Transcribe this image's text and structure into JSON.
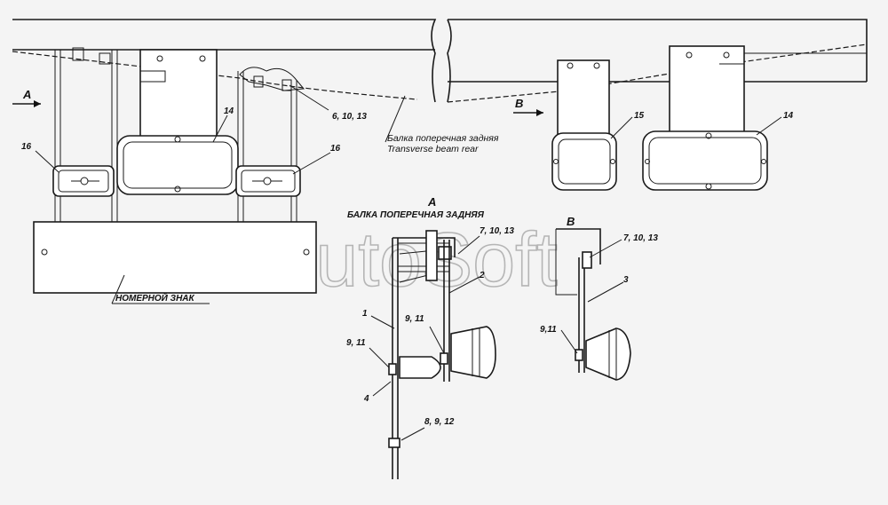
{
  "watermark": "AutoSoft",
  "view_labels": {
    "a_arrow": "A",
    "b_arrow": "B",
    "a_section": "A",
    "b_section": "B"
  },
  "captions": {
    "section_a_title": "БАЛКА ПОПЕРЕЧНАЯ ЗАДНЯЯ",
    "beam_ru": "Балка поперечная задняя",
    "beam_en": "Transverse beam rear",
    "plate": "НОМЕРНОЙ ЗНАК"
  },
  "callouts": {
    "c14_left": "14",
    "c16_left": "16",
    "c16_right": "16",
    "c6_10_13": "6, 10, 13",
    "c15": "15",
    "c14_right": "14",
    "c7_10_13_a": "7, 10, 13",
    "c2": "2",
    "c1": "1",
    "c9_11_a1": "9, 11",
    "c9_11_a2": "9, 11",
    "c4": "4",
    "c8_9_12": "8, 9, 12",
    "c7_10_13_b": "7, 10, 13",
    "c3": "3",
    "c9_11_b": "9,11"
  }
}
